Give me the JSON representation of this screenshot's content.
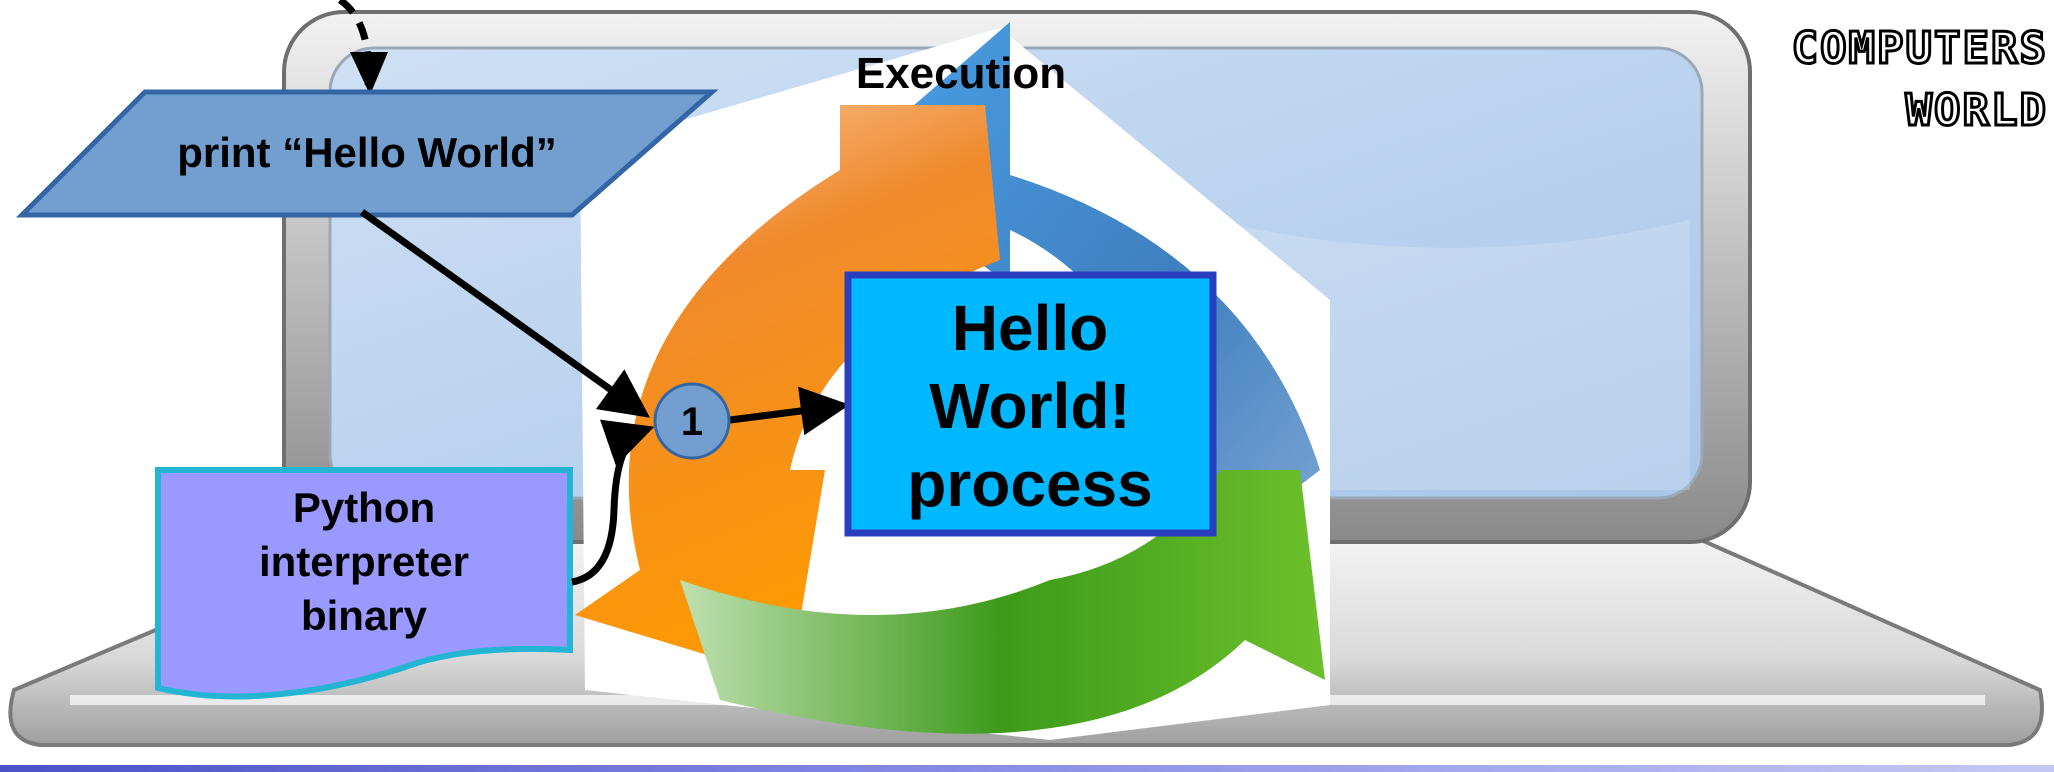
{
  "brand": {
    "line1": "Computers",
    "line2": "World"
  },
  "diagram": {
    "cycle_label": "Execution",
    "source_statement": "print “Hello World”",
    "interpreter_label": [
      "Python",
      "interpreter",
      "binary"
    ],
    "process_label": [
      "Hello",
      "World!",
      "process"
    ],
    "step_marker": "1"
  }
}
